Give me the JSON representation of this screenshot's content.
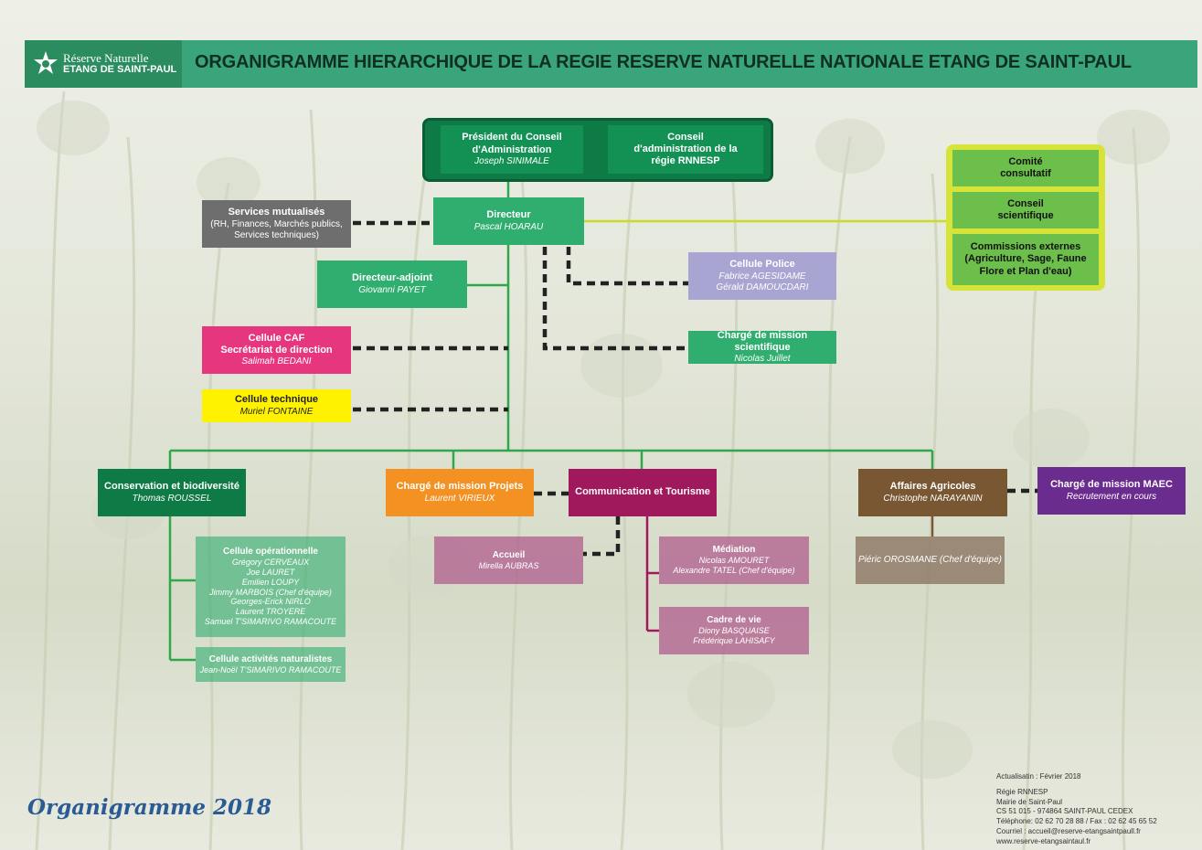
{
  "header": {
    "logo_line1": "Réserve Naturelle",
    "logo_line2": "ETANG DE SAINT-PAUL",
    "title": "ORGANIGRAMME HIERARCHIQUE DE LA REGIE RESERVE NATURELLE NATIONALE ETANG DE SAINT-PAUL"
  },
  "top": {
    "president_title": "Président du Conseil d'Administration",
    "president_name": "Joseph SINIMALE",
    "board_title": "Conseil d'administration de la régie RNNESP"
  },
  "committees": {
    "comite": "Comité consultatif",
    "conseil_a": "Conseil",
    "conseil_b": "scientifique",
    "commissions": "Commissions externes (Agriculture, Sage, Faune Flore et Plan d'eau)"
  },
  "directeur": {
    "title": "Directeur",
    "name": "Pascal HOARAU"
  },
  "services": {
    "title": "Services mutualisés",
    "desc": "(RH, Finances, Marchés publics, Services techniques)"
  },
  "adjoint": {
    "title": "Directeur-adjoint",
    "name": "Giovanni PAYET"
  },
  "police": {
    "title": "Cellule Police",
    "name1": "Fabrice AGESIDAME",
    "name2": "Gérald DAMOUCDARI"
  },
  "caf": {
    "title1": "Cellule CAF",
    "title2": "Secrétariat de direction",
    "name": "Salimah BEDANI"
  },
  "scientifique": {
    "title": "Chargé de mission scientifique",
    "name": "Nicolas Juillet"
  },
  "technique": {
    "title": "Cellule technique",
    "name": "Muriel FONTAINE"
  },
  "conservation": {
    "title": "Conservation et biodiversité",
    "name": "Thomas ROUSSEL"
  },
  "projets": {
    "title": "Chargé de mission Projets",
    "name": "Laurent VIRIEUX"
  },
  "communication": {
    "title": "Communication et Tourisme"
  },
  "agricoles": {
    "title": "Affaires Agricoles",
    "name": "Christophe NARAYANIN"
  },
  "maec": {
    "title": "Chargé de mission MAEC",
    "name": "Recrutement en cours"
  },
  "operationnelle": {
    "title": "Cellule opérationnelle",
    "names": [
      "Grégory CERVEAUX",
      "Joe LAURET",
      "Emilien LOUPY",
      "Jimmy MARBOIS (Chef d'équipe)",
      "Georges-Erick NIRLO",
      "Laurent TROYERE",
      "Samuel T'SIMARIVO RAMACOUTE"
    ]
  },
  "naturalistes": {
    "title": "Cellule activités naturalistes",
    "name": "Jean-Noël T'SIMARIVO RAMACOUTE"
  },
  "accueil": {
    "title": "Accueil",
    "name": "Mirella AUBRAS"
  },
  "mediation": {
    "title": "Médiation",
    "name1": "Nicolas AMOURET",
    "name2": "Alexandre TATEL (Chef d'équipe)"
  },
  "cadre": {
    "title": "Cadre de vie",
    "name1": "Diony BASQUAISE",
    "name2": "Frédérique LAHISAFY"
  },
  "pieric": {
    "name": "Piéric OROSMANE (Chef d'équipe)"
  },
  "footer": {
    "title": "Organigramme 2018",
    "contact": [
      "Actualisatin : Février 2018",
      "Régie RNNESP",
      "Mairie de Saint-Paul",
      "CS 51 015 - 974864 SAINT-PAUL CEDEX",
      "Téléphone: 02 62 70 28 88 / Fax : 02 62 45 65 52",
      "Courriel : accueil@reserve-etangsaintpaull.fr",
      "www.reserve-etangsaintaul.fr"
    ]
  },
  "colors": {
    "header": "#3aa57a",
    "dark_green": "#0e7a45",
    "med_green": "#2fae6f",
    "grey": "#6e6e6e",
    "lavender": "#a9a5d3",
    "pink": "#e6377e",
    "yellow": "#fff200",
    "orange": "#f39223",
    "magenta": "#a0195d",
    "mauve": "#c484a8",
    "brown": "#7a5733",
    "taupe": "#a69482",
    "purple": "#6b2c8f",
    "lime": "#d6e43a",
    "committee_green": "#6cbf4a"
  }
}
